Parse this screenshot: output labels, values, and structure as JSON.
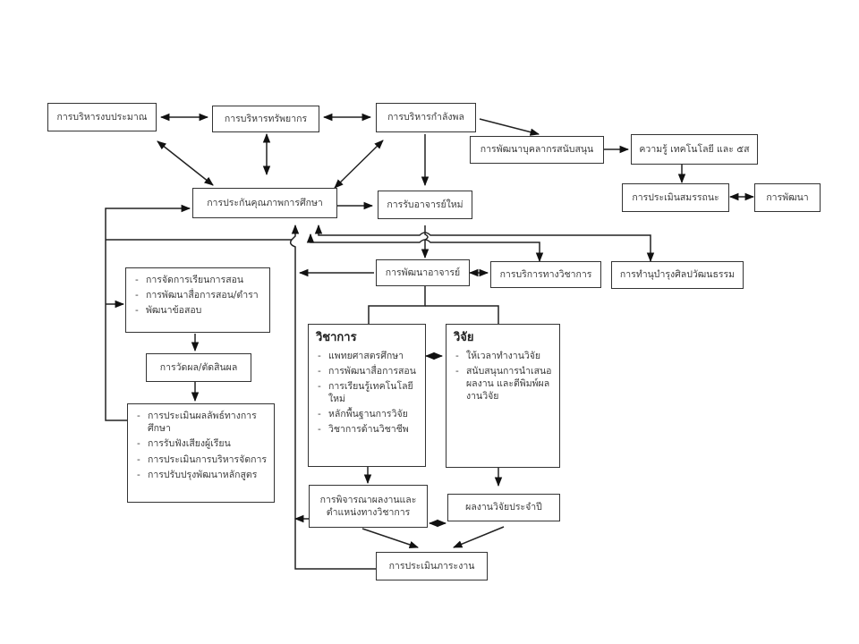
{
  "diagram": {
    "type": "flowchart",
    "nodes": {
      "budget": {
        "label": "การบริหารงบประมาณ"
      },
      "resources": {
        "label": "การบริหารทรัพยากร"
      },
      "manpower": {
        "label": "การบริหารกำลังพล"
      },
      "support_staff_dev": {
        "label": "การพัฒนาบุคลากรสนับสนุน"
      },
      "knowledge_tech": {
        "label": "ความรู้ เทคโนโลยี และ ๕ส"
      },
      "competency_eval": {
        "label": "การประเมินสมรรถนะ"
      },
      "development": {
        "label": "การพัฒนา"
      },
      "qa": {
        "label": "การประกันคุณภาพการศึกษา"
      },
      "new_faculty": {
        "label": "การรับอาจารย์ใหม่"
      },
      "teaching": {
        "items": [
          "การจัดการเรียนการสอน",
          "การพัฒนาสื่อการสอน/ตำรา",
          "พัฒนาข้อสอบ"
        ]
      },
      "faculty_dev": {
        "label": "การพัฒนาอาจารย์"
      },
      "academic_service": {
        "label": "การบริการทางวิชาการ"
      },
      "culture": {
        "label": "การทำนุบำรุงศิลปวัฒนธรรม"
      },
      "measurement": {
        "label": "การวัดผล/ตัดสินผล"
      },
      "outcome_eval": {
        "items": [
          "การประเมินผลลัพธ์ทางการศึกษา",
          "การรับฟังเสียงผู้เรียน",
          "การประเมินการบริหารจัดการ",
          "การปรับปรุงพัฒนาหลักสูตร"
        ]
      },
      "academic": {
        "title": "วิชาการ",
        "items": [
          "แพทยศาสตรศึกษา",
          "การพัฒนาสื่อการสอน",
          "การเรียนรู้เทคโนโลยีใหม่",
          "หลักพื้นฐานการวิจัย",
          "วิชาการด้านวิชาชีพ"
        ]
      },
      "research": {
        "title": "วิจัย",
        "items": [
          "ให้เวลาทำงานวิจัย",
          "สนับสนุนการนำเสนอผลงาน และตีพิมพ์ผลงานวิจัย"
        ]
      },
      "academic_position": {
        "label": "การพิจารณาผลงานและตำแหน่งทางวิชาการ"
      },
      "annual_research": {
        "label": "ผลงานวิจัยประจำปี"
      },
      "workload_eval": {
        "label": "การประเมินภาระงาน"
      }
    },
    "edges": [
      {
        "from": "budget",
        "to": "resources",
        "kind": "bidirectional"
      },
      {
        "from": "resources",
        "to": "manpower",
        "kind": "bidirectional"
      },
      {
        "from": "manpower",
        "to": "support_staff_dev",
        "kind": "directed"
      },
      {
        "from": "support_staff_dev",
        "to": "knowledge_tech",
        "kind": "directed"
      },
      {
        "from": "knowledge_tech",
        "to": "competency_eval",
        "kind": "directed"
      },
      {
        "from": "competency_eval",
        "to": "development",
        "kind": "bidirectional"
      },
      {
        "from": "qa",
        "to": "budget",
        "kind": "bidirectional"
      },
      {
        "from": "qa",
        "to": "resources",
        "kind": "bidirectional"
      },
      {
        "from": "qa",
        "to": "manpower",
        "kind": "bidirectional"
      },
      {
        "from": "manpower",
        "to": "new_faculty",
        "kind": "directed"
      },
      {
        "from": "qa",
        "to": "new_faculty",
        "kind": "directed"
      },
      {
        "from": "new_faculty",
        "to": "faculty_dev",
        "kind": "directed"
      },
      {
        "from": "faculty_dev",
        "to": "academic_service",
        "kind": "bidirectional"
      },
      {
        "from": "faculty_dev",
        "to": "teaching",
        "kind": "directed"
      },
      {
        "from": "academic_service",
        "to": "qa",
        "kind": "directed"
      },
      {
        "from": "culture",
        "to": "qa",
        "kind": "directed"
      },
      {
        "from": "qa",
        "to": "academic_service",
        "kind": "directed"
      },
      {
        "from": "qa",
        "to": "culture",
        "kind": "directed"
      },
      {
        "from": "teaching",
        "to": "measurement",
        "kind": "directed"
      },
      {
        "from": "measurement",
        "to": "outcome_eval",
        "kind": "directed"
      },
      {
        "from": "outcome_eval",
        "to": "qa",
        "kind": "directed"
      },
      {
        "from": "outcome_eval",
        "to": "teaching",
        "kind": "directed"
      },
      {
        "from": "faculty_dev",
        "to": "academic",
        "kind": "directed"
      },
      {
        "from": "faculty_dev",
        "to": "research",
        "kind": "directed"
      },
      {
        "from": "academic",
        "to": "research",
        "kind": "bidirectional"
      },
      {
        "from": "academic",
        "to": "academic_position",
        "kind": "directed"
      },
      {
        "from": "research",
        "to": "annual_research",
        "kind": "directed"
      },
      {
        "from": "academic_position",
        "to": "annual_research",
        "kind": "bidirectional"
      },
      {
        "from": "academic_position",
        "to": "workload_eval",
        "kind": "directed"
      },
      {
        "from": "annual_research",
        "to": "workload_eval",
        "kind": "directed"
      },
      {
        "from": "workload_eval",
        "to": "qa",
        "kind": "directed"
      },
      {
        "from": "academic_position",
        "to": "qa",
        "kind": "directed"
      }
    ]
  }
}
